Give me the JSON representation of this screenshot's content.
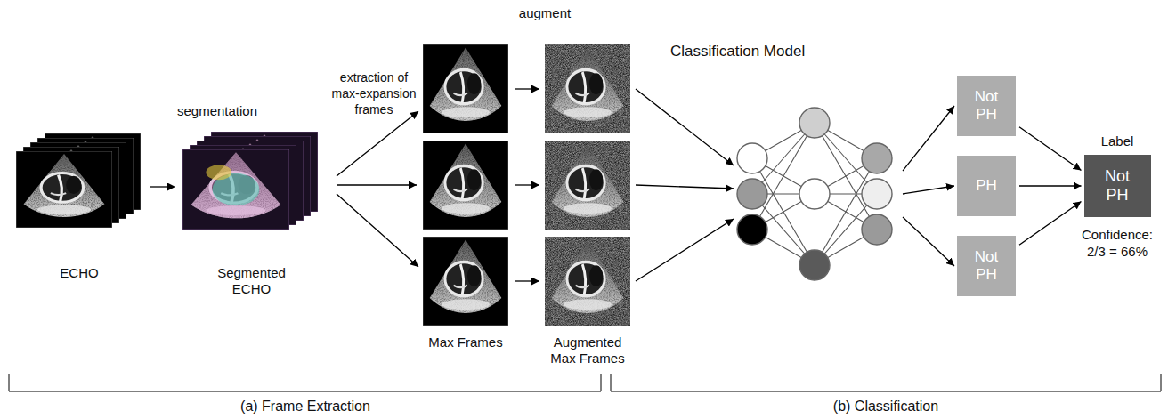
{
  "diagram": {
    "nodes": [
      {
        "text": [
          "ECHO"
        ]
      },
      {
        "text": [
          "Segmented ECHO"
        ]
      },
      {
        "text": [
          "Classification Model"
        ]
      },
      {
        "text": [
          "Not PH"
        ]
      },
      {
        "text": [
          "PH"
        ]
      },
      {
        "text": [
          "Not PH"
        ]
      },
      {
        "text": [
          "Label",
          "Not PH",
          "Confidence: 2/3 = 66%"
        ]
      }
    ],
    "edges": [
      {
        "from": 0,
        "to": 1,
        "arrow": "to",
        "label": "segmentation"
      },
      {
        "from": 2,
        "to": 3,
        "arrow": "to"
      },
      {
        "from": 2,
        "to": 4,
        "arrow": "to"
      },
      {
        "from": 2,
        "to": 5,
        "arrow": "to"
      },
      {
        "from": 3,
        "to": 6,
        "arrow": "to"
      },
      {
        "from": 4,
        "to": 6,
        "arrow": "to"
      },
      {
        "from": 5,
        "to": 6,
        "arrow": "to"
      }
    ],
    "labels": [
      "augment",
      "extraction of max-expansion frames",
      "Max Frames",
      "Augmented Max Frames",
      "(a) Frame Extraction",
      "(b) Classification"
    ]
  }
}
